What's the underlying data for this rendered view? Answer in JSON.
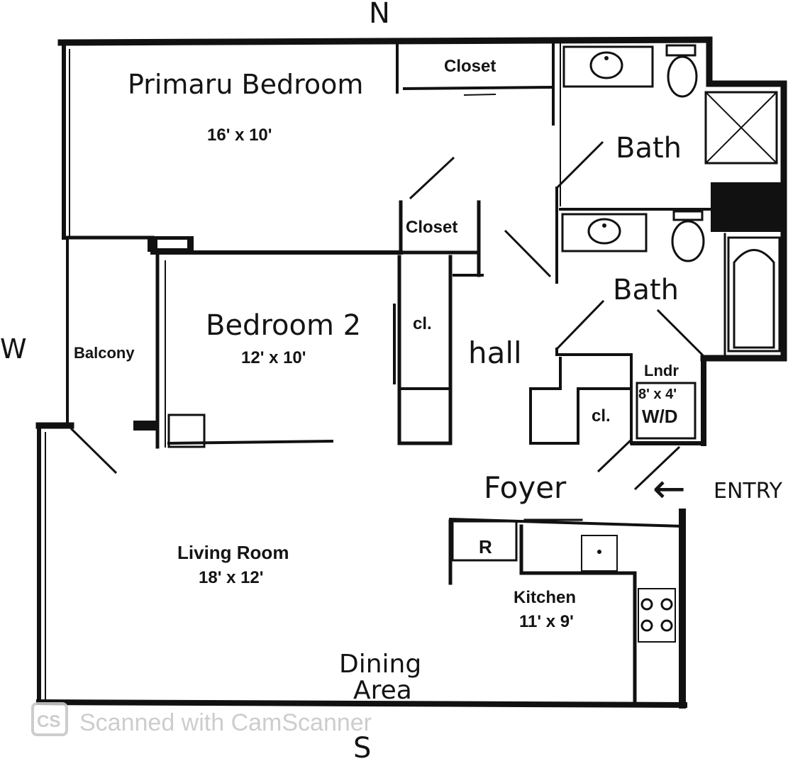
{
  "compass": {
    "north": "N",
    "south": "S",
    "west": "W"
  },
  "rooms": {
    "primary_bedroom": {
      "name": "Primaru Bedroom",
      "size": "16' x 10'"
    },
    "bedroom_2": {
      "name": "Bedroom 2",
      "size": "12' x 10'"
    },
    "living_room": {
      "name": "Living Room",
      "size": "18' x 12'"
    },
    "kitchen": {
      "name": "Kitchen",
      "size": "11' x 9'"
    },
    "dining": {
      "line1": "Dining",
      "line2": "Area"
    },
    "bath_1": "Bath",
    "bath_2": "Bath",
    "hall": "hall",
    "foyer": "Foyer",
    "balcony": "Balcony",
    "closet_top": "Closet",
    "closet_mid": "Closet",
    "closet_cl_1": "cl.",
    "closet_cl_2": "cl.",
    "laundry": {
      "name": "Lndr",
      "size": "8' x 4'",
      "appliance": "W/D"
    }
  },
  "appliances": {
    "refrigerator": "R"
  },
  "entry": {
    "label": "ENTRY",
    "arrow": "←"
  },
  "watermark": {
    "badge": "CS",
    "text": "Scanned with CamScanner"
  }
}
